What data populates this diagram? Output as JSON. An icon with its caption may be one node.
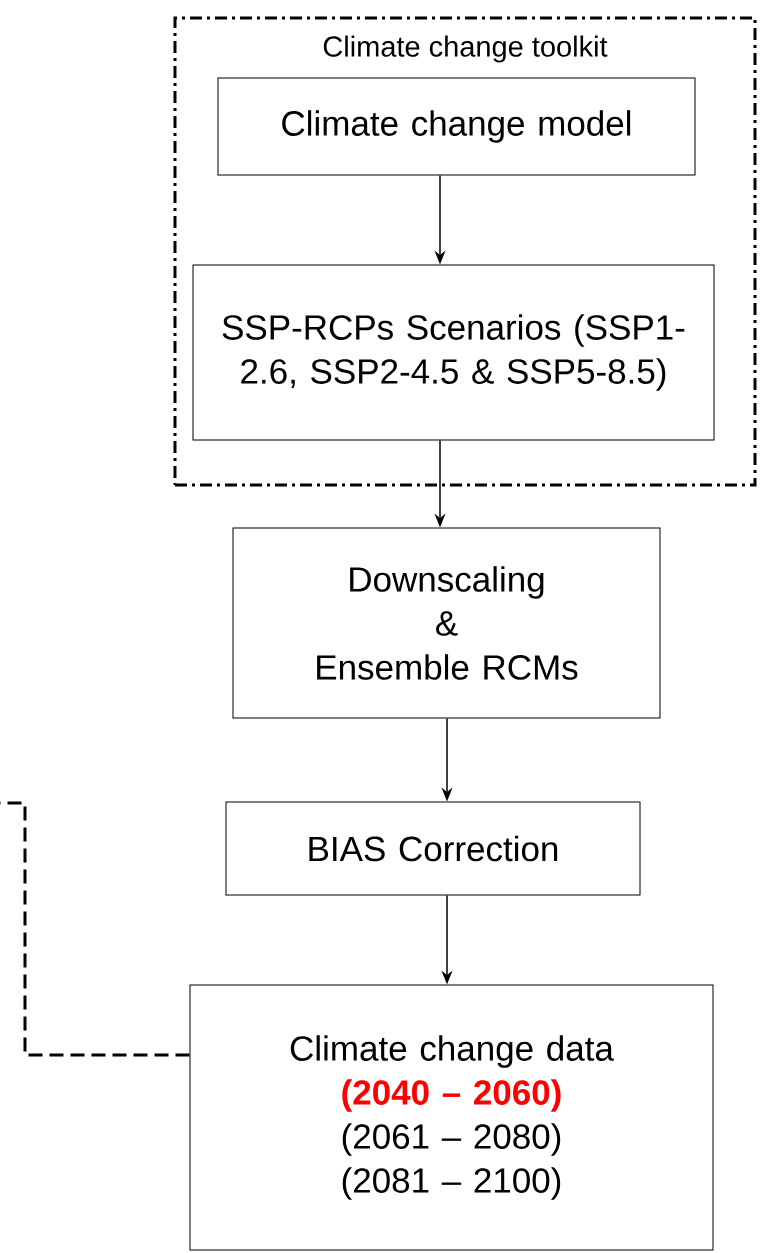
{
  "diagram": {
    "nodes": [
      {
        "text": [
          "Climate change toolkit"
        ]
      },
      {
        "text": [
          "Climate change model"
        ],
        "in": 0
      },
      {
        "text": [
          "SSP-RCPs Scenarios (SSP1-2.6, SSP2-4.5 & SSP5-8.5)"
        ],
        "in": 0
      },
      {
        "text": [
          "Downscaling",
          "&",
          "Ensemble RCMs"
        ]
      },
      {
        "text": [
          "BIAS Correction"
        ]
      },
      {
        "text": [
          "Climate change data",
          "(2040 – 2060)",
          "(2061 – 2080)",
          "(2081 – 2100)"
        ]
      }
    ],
    "edges": [
      {
        "from": 1,
        "to": 2,
        "arrow": "to"
      },
      {
        "from": 2,
        "to": 3,
        "arrow": "to"
      },
      {
        "from": 3,
        "to": 4,
        "arrow": "to"
      },
      {
        "from": 4,
        "to": 5,
        "arrow": "to"
      },
      {
        "from": 5,
        "to": null,
        "arrow": "none",
        "style": "dashed"
      }
    ]
  }
}
